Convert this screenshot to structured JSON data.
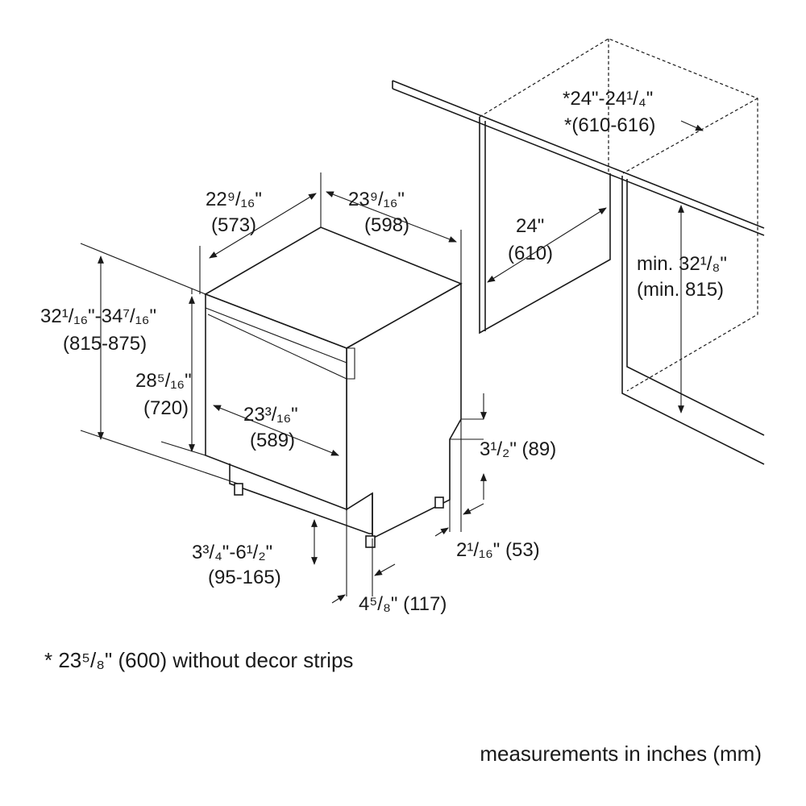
{
  "labels": {
    "depth_line1": "22⁹/₁₆\"",
    "depth_line2": "(573)",
    "width_line1": "23⁹/₁₆\"",
    "width_line2": "(598)",
    "overall_height_line1": "32¹/₁₆\"-34⁷/₁₆\"",
    "overall_height_line2": "(815-875)",
    "door_height_line1": "28⁵/₁₆\"",
    "door_height_line2": "(720)",
    "door_width_line1": "23³/₁₆\"",
    "door_width_line2": "(589)",
    "recess_height": "3¹/₂\" (89)",
    "recess_depth": "2¹/₁₆\" (53)",
    "foot_height_line1": "3³/₄\"-6¹/₂\"",
    "foot_height_line2": "(95-165)",
    "foot_offset": "4⁵/₈\" (117)",
    "niche_width_line1": "*24\"-24¹/₄\"",
    "niche_width_line2": "*(610-616)",
    "niche_depth_line1": "24\"",
    "niche_depth_line2": "(610)",
    "niche_height_line1": "min. 32¹/₈\"",
    "niche_height_line2": "(min. 815)"
  },
  "footnote": "* 23⁵/₈\" (600) without decor strips",
  "units_note": "measurements in inches (mm)"
}
